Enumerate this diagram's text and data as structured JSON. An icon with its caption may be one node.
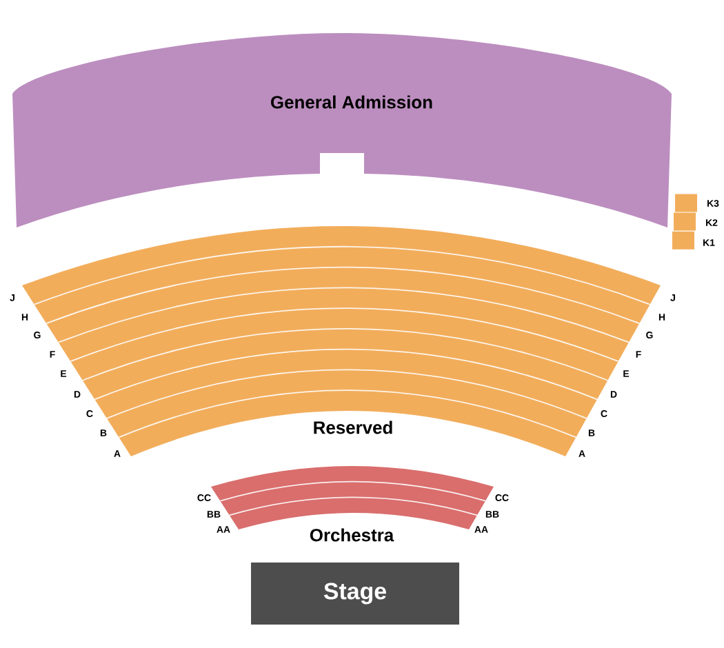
{
  "diagram": {
    "nodes": [
      {
        "text": [
          "General Admission"
        ]
      },
      {
        "text": [
          "Reserved"
        ],
        "beside": [
          "J",
          "J",
          "H",
          "H",
          "G",
          "G",
          "F",
          "F",
          "E",
          "E",
          "D",
          "D",
          "C",
          "C",
          "B",
          "B",
          "A",
          "A"
        ]
      },
      {
        "text": [
          "Orchestra"
        ],
        "beside": [
          "CC",
          "CC",
          "BB",
          "BB",
          "AA",
          "AA"
        ]
      },
      {
        "text": [
          "Stage"
        ]
      },
      {
        "text": [],
        "shape": "box",
        "beside": [
          "K3"
        ]
      },
      {
        "text": [],
        "shape": "box",
        "beside": [
          "K2"
        ]
      },
      {
        "text": [],
        "shape": "box",
        "beside": [
          "K1"
        ]
      }
    ]
  }
}
